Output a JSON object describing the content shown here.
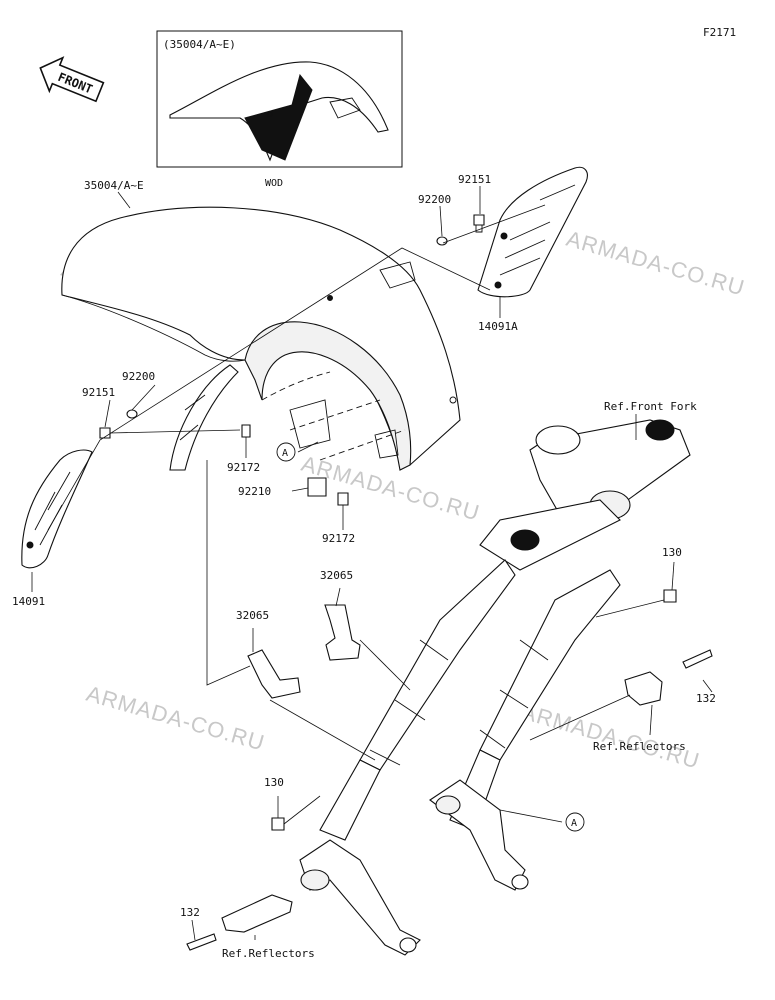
{
  "diagram_code": "F2171",
  "front_badge": "FRONT",
  "inset": {
    "title": "(35004/A~E)",
    "caption": "WOD"
  },
  "callouts": {
    "fender_main": "35004/A~E",
    "bolt_92151_right": "92151",
    "washer_92200_right": "92200",
    "cover_14091a": "14091A",
    "washer_92200_left": "92200",
    "bolt_92151_left": "92151",
    "bolt_92172_upper": "92172",
    "ref_a_upper": "A",
    "nut_92210": "92210",
    "bolt_92172_lower": "92172",
    "cover_14091": "14091",
    "bracket_32065_right": "32065",
    "bracket_32065_left": "32065",
    "ref_front_fork": "Ref.Front Fork",
    "bolt_130_right": "130",
    "bolt_132_right": "132",
    "ref_reflectors_right": "Ref.Reflectors",
    "ref_a_lower": "A",
    "bolt_130_left": "130",
    "bolt_132_left": "132",
    "ref_reflectors_left": "Ref.Reflectors"
  },
  "watermark": "ARMADA-CO.RU"
}
